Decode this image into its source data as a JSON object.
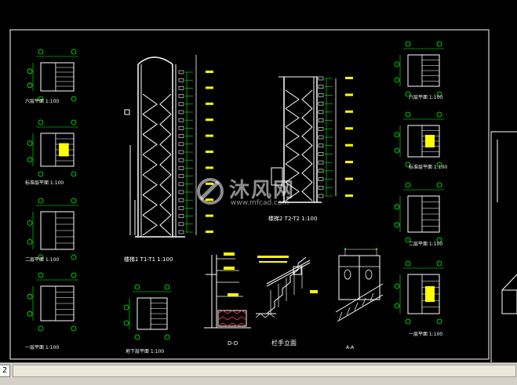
{
  "watermark": {
    "text": "沐风网",
    "url": "www.mfcad.com"
  },
  "titles": {
    "six_floor_plan": "六层平面 1:100",
    "std_floor_plan_a": "标准层平面 1:100",
    "floor2_plan_a": "二层平面 1:100",
    "floor1_plan_a": "一层平面 1:100",
    "basement_plan": "地下层平面 1:100",
    "stair1_section": "楼梯1 T1-T1 1:100",
    "stair2_section": "楼梯2 T2-T2 1:100",
    "section_dd": "D-D",
    "handrail_elev": "栏手立面",
    "detail_a": "A-A",
    "top_floor_plan_r": "六层平面 1:100",
    "std_floor_plan_r": "标准层平面 1:100",
    "floor2_plan_r": "二层平面 1:100",
    "floor1_plan_r": "一层平面 1:100"
  },
  "statusbar": {
    "tab_label": "2"
  },
  "colors": {
    "line": "#ffffff",
    "dim": "#00ff00",
    "tag": "#ffff00",
    "hatch": "#ff0000",
    "frame": "#ffffff"
  }
}
